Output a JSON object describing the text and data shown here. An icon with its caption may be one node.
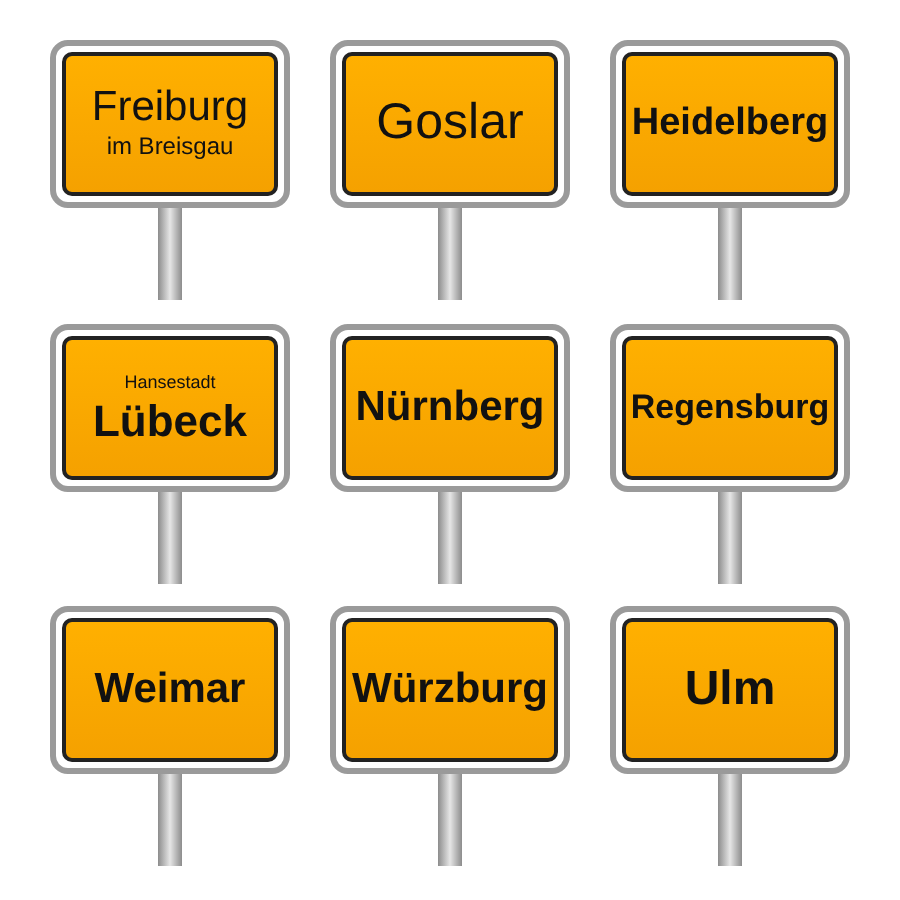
{
  "diagram": {
    "nodes": [
      {
        "text": [
          "Freiburg",
          "im Breisgau"
        ]
      },
      {
        "text": [
          "Goslar"
        ]
      },
      {
        "text": [
          "Heidelberg"
        ]
      },
      {
        "text": [
          "Hansestadt",
          "Lübeck"
        ]
      },
      {
        "text": [
          "Nürnberg"
        ]
      },
      {
        "text": [
          "Regensburg"
        ]
      },
      {
        "text": [
          "Weimar"
        ]
      },
      {
        "text": [
          "Würzburg"
        ]
      },
      {
        "text": [
          "Ulm"
        ]
      }
    ]
  }
}
